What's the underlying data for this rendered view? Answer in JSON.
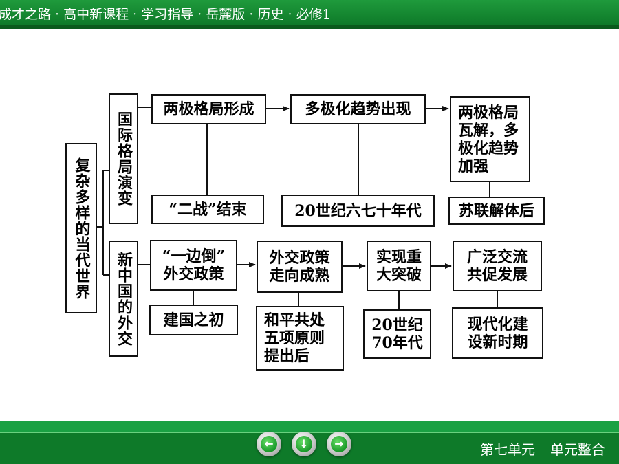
{
  "header": {
    "title": "成才之路 · 高中新课程 · 学习指导 · 岳麓版 · 历史 · 必修1"
  },
  "footer": {
    "unit": "第七单元",
    "section": "单元整合"
  },
  "nav": {
    "prev_icon": "arrow-left-icon",
    "down_icon": "arrow-down-icon",
    "next_icon": "arrow-right-icon",
    "prev_glyph": "←",
    "down_glyph": "↓",
    "next_glyph": "→"
  },
  "diagram": {
    "root": "复杂多样的当代世界",
    "branch1": {
      "label": "国际格局演变",
      "stages": [
        "两极格局形成",
        "多极化趋势出现",
        "两极格局\n瓦解，多\n极化趋势\n加强"
      ],
      "times": [
        "“二战”结束",
        "20世纪六七十年代",
        "苏联解体后"
      ]
    },
    "branch2": {
      "label": "新中国的外交",
      "stages": [
        "“一边倒”\n外交政策",
        "外交政策\n走向成熟",
        "实现重\n大突破",
        "广泛交流\n共促发展"
      ],
      "times": [
        "建国之初",
        "和平共处\n五项原则\n提出后",
        "20世纪\n70年代",
        "现代化建\n设新时期"
      ]
    }
  }
}
